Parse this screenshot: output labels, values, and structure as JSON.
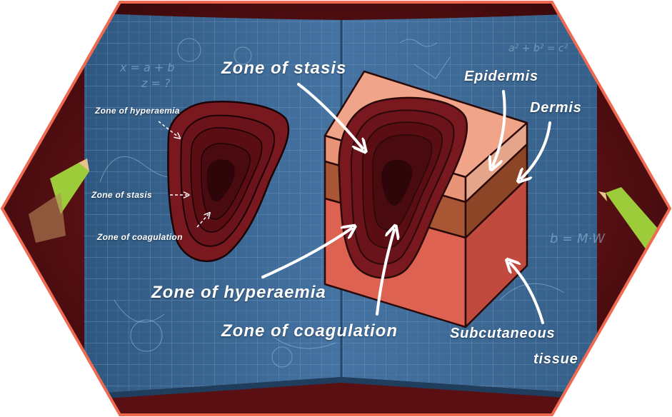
{
  "colors": {
    "frame": "#f06a52",
    "board": "#3d6c9a",
    "grid": "#6f98c2",
    "wound_outer": "#7a1820",
    "wound_inner": "#3a080c",
    "epidermis": "#e9a38a",
    "dermis": "#9c5030",
    "subcutaneous": "#c85048",
    "label": "#ffffff",
    "pencil": "#9ccc3a"
  },
  "small_diagram": {
    "hyperaemia_label": "Zone of hyperaemia",
    "stasis_label": "Zone of stasis",
    "coagulation_label": "Zone of coagulation"
  },
  "block_diagram": {
    "stasis_label": "Zone of stasis",
    "hyperaemia_label": "Zone of hyperaemia",
    "coagulation_label": "Zone of coagulation",
    "epidermis_label": "Epidermis",
    "dermis_label": "Dermis",
    "subcutaneous_label_line1": "Subcutaneous",
    "subcutaneous_label_line2": "tissue"
  },
  "sketch_marks": {
    "formula_1": "x = a + b",
    "formula_2": "z = ?",
    "formula_3": "a² + b² = c²",
    "formula_4": "b = M·W"
  }
}
